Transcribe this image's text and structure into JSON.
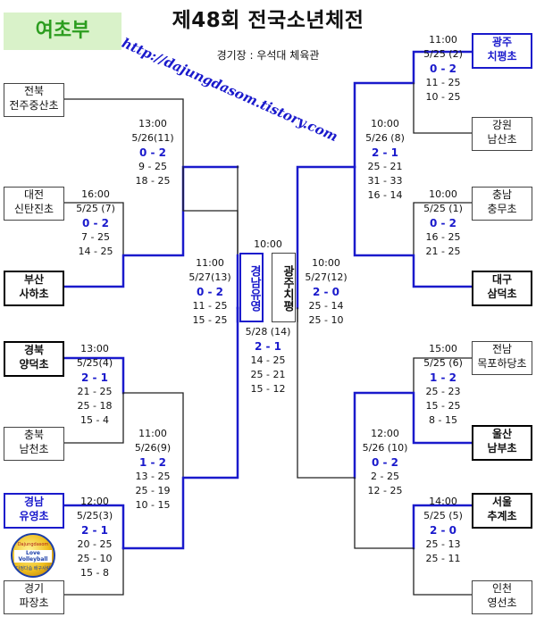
{
  "header": {
    "title": "제48회 전국소년체전",
    "division": "여초부",
    "venue": "경기장 : 우석대 체육관",
    "watermark": "http://dajungdasom.tistory.com"
  },
  "logo": {
    "line1": "Dajungdasom",
    "line2": "Love Volleyball",
    "line3": "다정다솜 배구사랑"
  },
  "teams": {
    "t1": {
      "region": "전북",
      "name": "전주중산초"
    },
    "t2": {
      "region": "대전",
      "name": "신탄진초"
    },
    "t3": {
      "region": "부산",
      "name": "사하초"
    },
    "t4": {
      "region": "경북",
      "name": "양덕초"
    },
    "t5": {
      "region": "충북",
      "name": "남천초"
    },
    "t6": {
      "region": "경남",
      "name": "유영초"
    },
    "t7": {
      "region": "경기",
      "name": "파장초"
    },
    "t8": {
      "region": "광주",
      "name": "치평초"
    },
    "t9": {
      "region": "강원",
      "name": "남산초"
    },
    "t10": {
      "region": "충남",
      "name": "충무초"
    },
    "t11": {
      "region": "대구",
      "name": "삼덕초"
    },
    "t12": {
      "region": "전남",
      "name": "목포하당초"
    },
    "t13": {
      "region": "울산",
      "name": "남부초"
    },
    "t14": {
      "region": "서울",
      "name": "추계초"
    },
    "t15": {
      "region": "인천",
      "name": "영선초"
    },
    "finalist_left": {
      "name": "경남유영"
    },
    "finalist_right": {
      "name": "광주치평"
    }
  },
  "matches": {
    "m_l_1": {
      "time": "16:00",
      "date": "5/25 (7)",
      "result": "0  -  2",
      "sets": [
        "7  -  25",
        "14  -  25"
      ]
    },
    "m_l_2": {
      "time": "13:00",
      "date": "5/26(11)",
      "result": "0  -  2",
      "sets": [
        "9  -  25",
        "18  -  25"
      ]
    },
    "m_l_3": {
      "time": "13:00",
      "date": "5/25(4)",
      "result": "2  -  1",
      "sets": [
        "21  -  25",
        "25  -  18",
        "15  -  4"
      ]
    },
    "m_l_4": {
      "time": "12:00",
      "date": "5/25(3)",
      "result": "2  -  1",
      "sets": [
        "20  -  25",
        "25  -  10",
        "15  -  8"
      ]
    },
    "m_l_5": {
      "time": "11:00",
      "date": "5/26(9)",
      "result": "1  -  2",
      "sets": [
        "13  -  25",
        "25  -  19",
        "10  -  15"
      ]
    },
    "m_l_semi": {
      "time": "11:00",
      "date": "5/27(13)",
      "result": "0  -  2",
      "sets": [
        "11  -  25",
        "15  -  25"
      ]
    },
    "m_r_1": {
      "time": "11:00",
      "date": "5/25 (2)",
      "result": "0  -  2",
      "sets": [
        "11  -  25",
        "10  -  25"
      ]
    },
    "m_r_2": {
      "time": "10:00",
      "date": "5/26 (8)",
      "result": "2  -  1",
      "sets": [
        "25  -  21",
        "31  -  33",
        "16  -  14"
      ]
    },
    "m_r_3": {
      "time": "10:00",
      "date": "5/25 (1)",
      "result": "0  -  2",
      "sets": [
        "16  -  25",
        "21  -  25"
      ]
    },
    "m_r_4": {
      "time": "15:00",
      "date": "5/25 (6)",
      "result": "1  -  2",
      "sets": [
        "25  -  23",
        "15  -  25",
        "8  -  15"
      ]
    },
    "m_r_5": {
      "time": "12:00",
      "date": "5/26 (10)",
      "result": "0  -  2",
      "sets": [
        "2  -  25",
        "12  -  25"
      ]
    },
    "m_r_6": {
      "time": "14:00",
      "date": "5/25 (5)",
      "result": "2  -  0",
      "sets": [
        "25  -  13",
        "25  -  11"
      ]
    },
    "m_r_semi": {
      "time": "10:00",
      "date": "5/27(12)",
      "result": "2  -  0",
      "sets": [
        "25  -  14",
        "25  -  10"
      ]
    },
    "m_final": {
      "time": "10:00",
      "date": "5/28 (14)",
      "result": "2  -  1",
      "sets": [
        "14  -  25",
        "25  -  21",
        "15  -  12"
      ]
    }
  },
  "colors": {
    "win_line": "#1a1acc",
    "line": "#222222",
    "badge_bg": "#d9f2c9",
    "badge_text": "#2c9d1f"
  }
}
